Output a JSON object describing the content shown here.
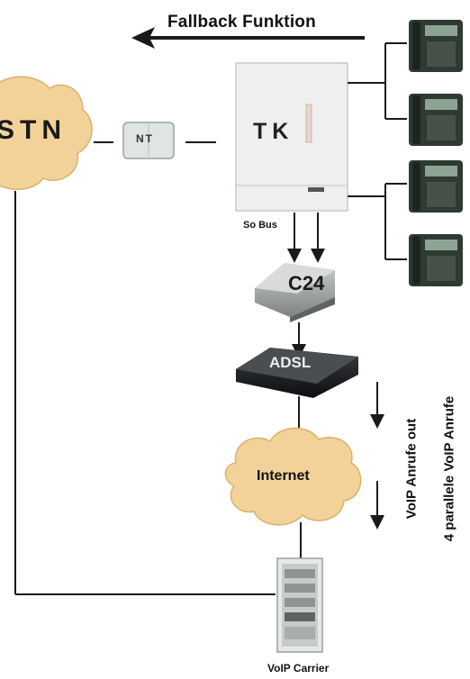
{
  "labels": {
    "fallback": "Fallback Funktion",
    "pstn": "STN",
    "nt": "NT",
    "tk": "TK",
    "so_bus": "So Bus",
    "c24": "C24",
    "adsl": "ADSL",
    "internet": "Internet",
    "voip_carrier": "VoIP Carrier",
    "voip_out": "VoIP Anrufe out",
    "voip_parallel": "4 parallele VoIP Anrufe"
  },
  "colors": {
    "cloud_fill": "#f3d29a",
    "line": "#1a1a1a",
    "phone_body": "#2f3a33",
    "tk_box": "#eef0ef"
  },
  "icons": [
    "telephone-icon",
    "telephone-icon",
    "telephone-icon",
    "telephone-icon"
  ]
}
